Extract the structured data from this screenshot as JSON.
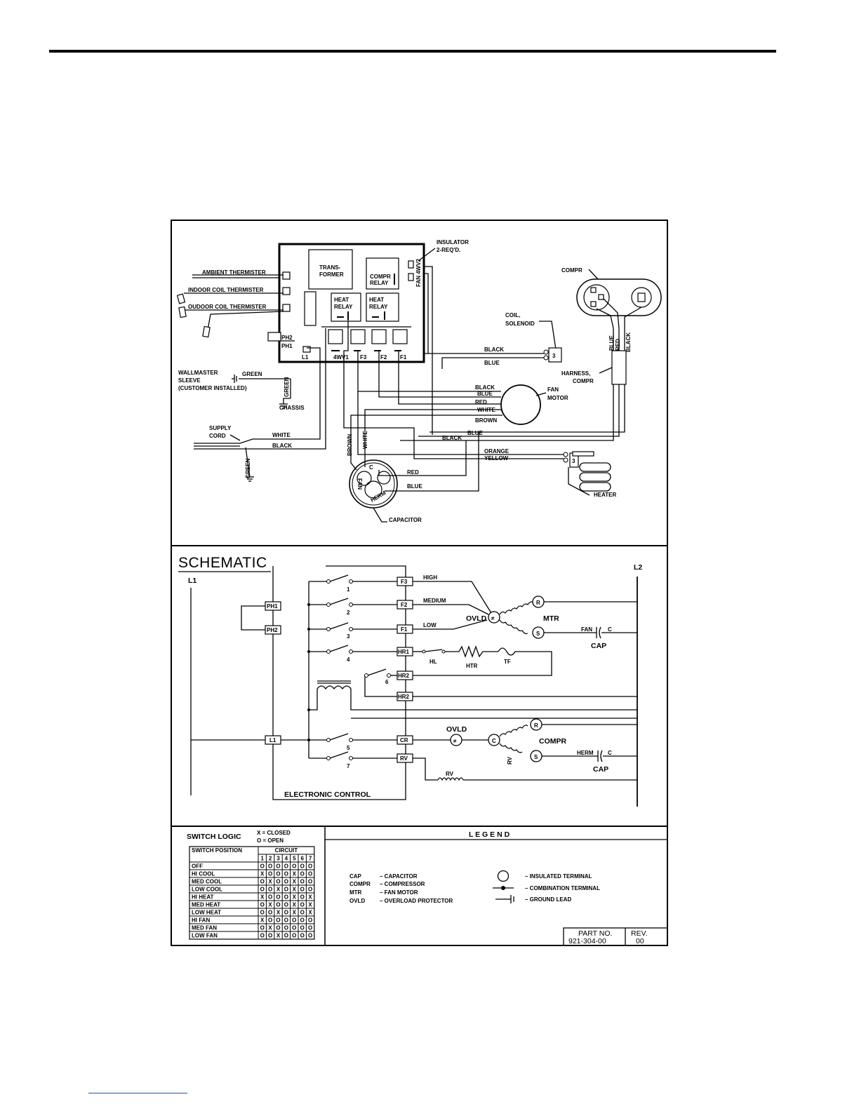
{
  "colors": {
    "ink": "#000000",
    "paper": "#ffffff",
    "footer_rule": "#2a4fa0"
  },
  "wiring": {
    "insulator": [
      "INSULATOR",
      "2-REQ'D."
    ],
    "transformer": [
      "TRANS-",
      "FORMER"
    ],
    "compr_relay": [
      "COMPR",
      "RELAY"
    ],
    "heat_relay_1": [
      "HEAT",
      "RELAY"
    ],
    "heat_relay_2": [
      "HEAT",
      "RELAY"
    ],
    "fan_4wv2": "FAN 4WV2",
    "ambient_thermister": "AMBIENT THERMISTER",
    "indoor_coil_thermister": "INDOOR COIL THERMISTER",
    "outdoor_coil_thermister": "OUDOOR COIL THERMISTER",
    "ph2": "PH2",
    "ph1": "PH1",
    "terminals": [
      "L1",
      "4WV1",
      "F3",
      "F2",
      "F1"
    ],
    "compr": "COMPR",
    "coil_solenoid": [
      "COIL,",
      "SOLENOID"
    ],
    "harness_compr": [
      "HARNESS,",
      "COMPR"
    ],
    "fan_motor": [
      "FAN",
      "MOTOR"
    ],
    "wallmaster_sleeve": [
      "WALLMASTER",
      "SLEEVE",
      "(CUSTOMER INSTALLED)"
    ],
    "chassis": "CHASSIS",
    "supply_cord": [
      "SUPPLY",
      "CORD"
    ],
    "heater": "HEATER",
    "capacitor": "CAPACITOR",
    "cap_terminals": [
      "C",
      "FAN",
      "HERM"
    ],
    "solenoid_terminal": "3",
    "heater_terminal": "3",
    "wire_colors": {
      "green": "GREEN",
      "black": "BLACK",
      "blue": "BLUE",
      "red": "RED",
      "white": "WHITE",
      "brown": "BROWN",
      "orange": "ORANGE",
      "yellow": "YELLOW"
    }
  },
  "schematic": {
    "title": "SCHEMATIC",
    "l1": "L1",
    "l2": "L2",
    "ph1": "PH1",
    "ph2": "PH2",
    "l1_terminal": "L1",
    "terminals": [
      "F3",
      "F2",
      "F1",
      "HR1",
      "HR2",
      "HR2",
      "CR",
      "RV"
    ],
    "switch_numbers": [
      "1",
      "2",
      "3",
      "4",
      "6",
      "5",
      "7"
    ],
    "high": "HIGH",
    "medium": "MEDIUM",
    "low": "LOW",
    "ovld": "OVLD",
    "mtr": "MTR",
    "r": "R",
    "s": "S",
    "c": "C",
    "fan": "FAN",
    "cap": "CAP",
    "hl": "HL",
    "htr": "HTR",
    "tf": "TF",
    "compr": "COMPR",
    "herm": "HERM",
    "rv": "RV",
    "rv_side": "RV",
    "electronic_control": "ELECTRONIC CONTROL"
  },
  "switch_logic": {
    "title": "SWITCH LOGIC",
    "closed": "X = CLOSED",
    "open": "O = OPEN",
    "col_position": "SWITCH POSITION",
    "col_circuit": "CIRCUIT",
    "circuits": [
      "1",
      "2",
      "3",
      "4",
      "5",
      "6",
      "7"
    ],
    "rows": [
      {
        "position": "OFF",
        "values": [
          "O",
          "O",
          "O",
          "O",
          "O",
          "O",
          "O"
        ]
      },
      {
        "position": "HI COOL",
        "values": [
          "X",
          "O",
          "O",
          "O",
          "X",
          "O",
          "O"
        ]
      },
      {
        "position": "MED COOL",
        "values": [
          "O",
          "X",
          "O",
          "O",
          "X",
          "O",
          "O"
        ]
      },
      {
        "position": "LOW COOL",
        "values": [
          "O",
          "O",
          "X",
          "O",
          "X",
          "O",
          "O"
        ]
      },
      {
        "position": "HI HEAT",
        "values": [
          "X",
          "O",
          "O",
          "O",
          "X",
          "O",
          "X"
        ]
      },
      {
        "position": "MED HEAT",
        "values": [
          "O",
          "X",
          "O",
          "O",
          "X",
          "O",
          "X"
        ]
      },
      {
        "position": "LOW HEAT",
        "values": [
          "O",
          "O",
          "X",
          "O",
          "X",
          "O",
          "X"
        ]
      },
      {
        "position": "HI FAN",
        "values": [
          "X",
          "O",
          "O",
          "O",
          "O",
          "O",
          "O"
        ]
      },
      {
        "position": "MED FAN",
        "values": [
          "O",
          "X",
          "O",
          "O",
          "O",
          "O",
          "O"
        ]
      },
      {
        "position": "LOW FAN",
        "values": [
          "O",
          "O",
          "X",
          "O",
          "O",
          "O",
          "O"
        ]
      }
    ]
  },
  "legend": {
    "title": "L E G E N D",
    "abbreviations": [
      {
        "abbr": "CAP",
        "desc": "– CAPACITOR"
      },
      {
        "abbr": "COMPR",
        "desc": "– COMPRESSOR"
      },
      {
        "abbr": "MTR",
        "desc": "– FAN MOTOR"
      },
      {
        "abbr": "OVLD",
        "desc": "– OVERLOAD PROTECTOR"
      }
    ],
    "symbols": [
      {
        "icon": "insulated-terminal-icon",
        "desc": "– INSULATED TERMINAL"
      },
      {
        "icon": "combination-terminal-icon",
        "desc": "– COMBINATION TERMINAL"
      },
      {
        "icon": "ground-lead-icon",
        "desc": "– GROUND LEAD"
      }
    ]
  },
  "part": {
    "part_no_label": "PART NO.",
    "part_no": "921-304-00",
    "rev_label": "REV.",
    "rev": "00"
  }
}
